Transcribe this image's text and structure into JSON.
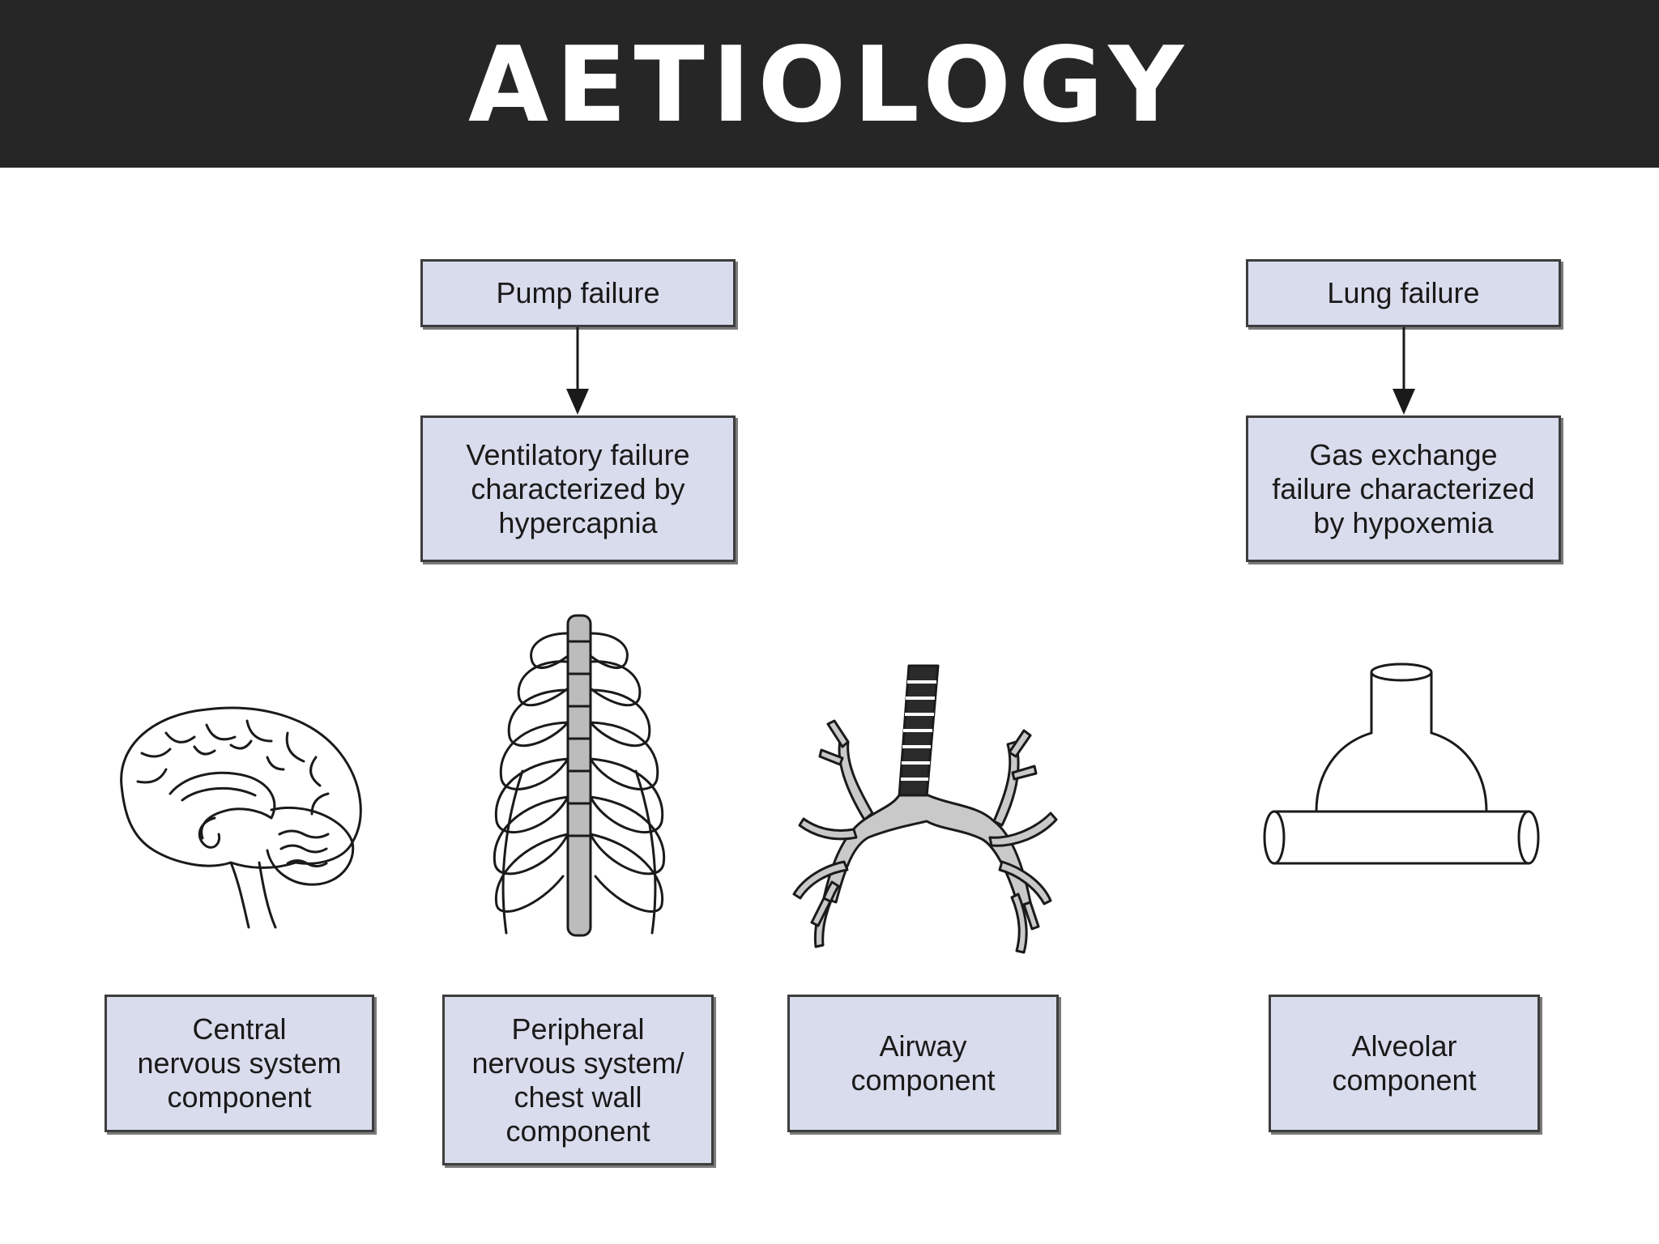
{
  "header": {
    "title": "AETIOLOGY"
  },
  "diagram": {
    "pump_failure": {
      "label": "Pump failure"
    },
    "ventilatory_failure": {
      "lines": [
        "Ventilatory failure",
        "characterized by",
        "hypercapnia"
      ]
    },
    "lung_failure": {
      "label": "Lung failure"
    },
    "gas_exchange_failure": {
      "lines": [
        "Gas exchange",
        "failure characterized",
        "by hypoxemia"
      ]
    },
    "components": {
      "cns": {
        "lines": [
          "Central",
          "nervous system",
          "component"
        ]
      },
      "pns": {
        "lines": [
          "Peripheral",
          "nervous system/",
          "chest wall",
          "component"
        ]
      },
      "airway": {
        "lines": [
          "Airway",
          "component"
        ]
      },
      "alveolar": {
        "lines": [
          "Alveolar",
          "component"
        ]
      }
    }
  },
  "icons": {
    "brain": "brain-icon",
    "ribcage": "ribcage-icon",
    "airway": "bronchial-tree-icon",
    "alveolus": "alveolus-capillary-icon"
  },
  "colors": {
    "header_bg": "#262626",
    "header_text": "#ffffff",
    "box_fill": "#d8dcec",
    "box_border": "#3d3d3d"
  }
}
